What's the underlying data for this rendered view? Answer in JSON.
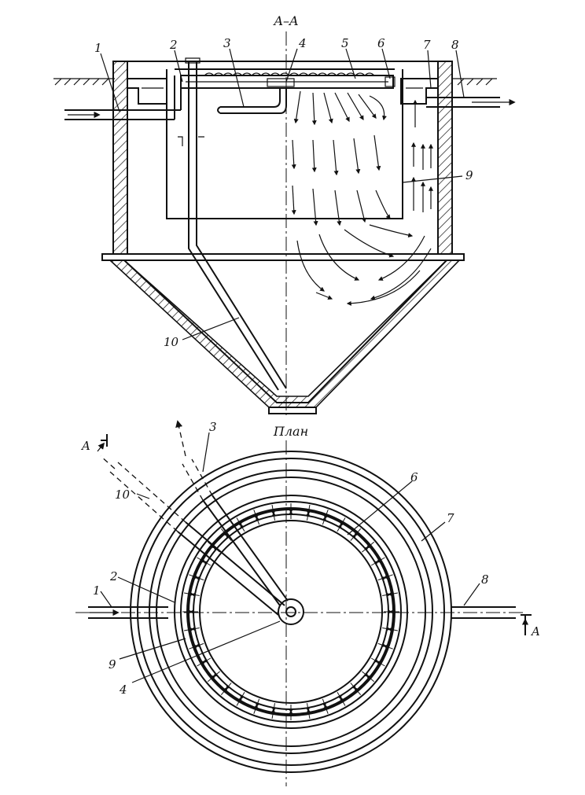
{
  "section": {
    "title": "A–A"
  },
  "plan": {
    "title": "План"
  },
  "cut_marker": {
    "label_left": "A",
    "label_right": "A"
  },
  "callouts_section": [
    "1",
    "2",
    "3",
    "4",
    "5",
    "6",
    "7",
    "8",
    "9",
    "10"
  ],
  "callouts_plan": [
    "1",
    "2",
    "3",
    "4",
    "6",
    "7",
    "8",
    "9",
    "10"
  ],
  "colors": {
    "ink": "#111111",
    "background": "#ffffff"
  }
}
